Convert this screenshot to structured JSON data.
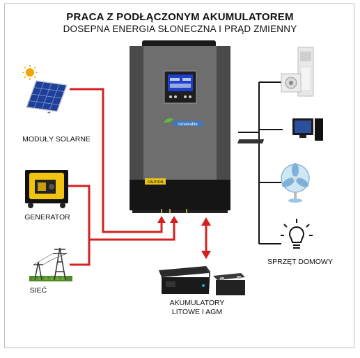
{
  "header": {
    "title": "PRACA Z PODŁĄCZONYM AKUMULATOREM",
    "subtitle": "DOSEPNA ENERGIA SŁONECZNA I PRĄD ZMIENNY"
  },
  "sources": {
    "solar": "MODUŁY SOLARNE",
    "generator": "GENERATOR",
    "grid": "SIEĆ"
  },
  "inverter": {
    "brand": "renewable",
    "caution": "CAUTION"
  },
  "battery": {
    "line1": "AKUMULATORY",
    "line2": "LITOWE I AGM"
  },
  "loads": {
    "label": "SPRZĘT DOMOWY"
  },
  "colors": {
    "ac_line": "#d42020",
    "dc_line": "#d42020",
    "load_line": "#111111",
    "inverter_body": "#5c5c5c"
  }
}
